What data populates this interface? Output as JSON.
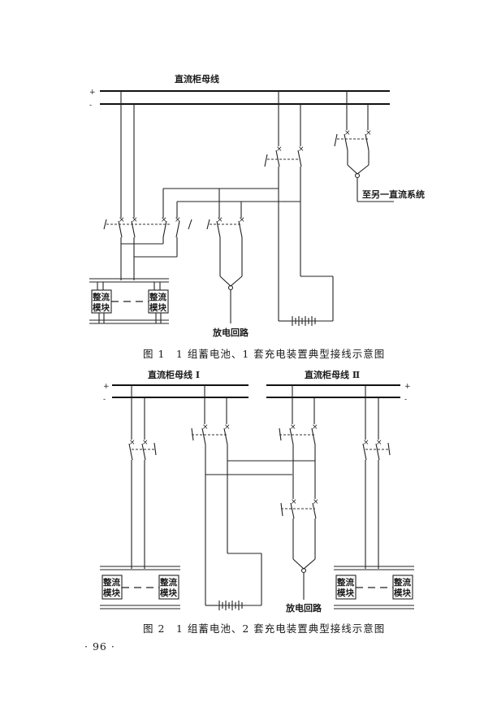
{
  "figure1": {
    "bus_label": "直流柜母线",
    "plus": "+",
    "minus": "-",
    "other_system_label": "至另一直流系统",
    "discharge_label": "放电回路",
    "rectifier_top": "整流",
    "rectifier_bottom": "模块",
    "caption": "图 1　1 组蓄电池、1 套充电装置典型接线示意图"
  },
  "figure2": {
    "bus1_label": "直流柜母线 Ⅰ",
    "bus2_label": "直流柜母线 Ⅱ",
    "plus": "+",
    "minus": "-",
    "discharge_label": "放电回路",
    "rectifier_top": "整流",
    "rectifier_bottom": "模块",
    "caption": "图 2　1 组蓄电池、2 套充电装置典型接线示意图"
  },
  "page_number": "· 96 ·"
}
